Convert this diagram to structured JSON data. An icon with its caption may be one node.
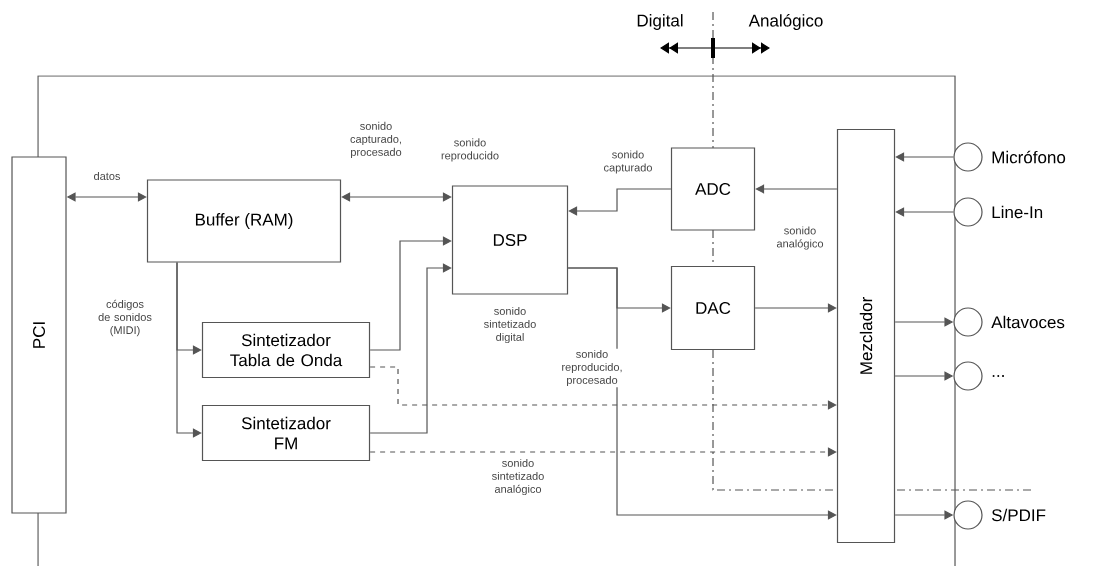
{
  "diagram": {
    "nodes": [
      {
        "text": [
          "PCI"
        ]
      },
      {
        "text": [
          "Buffer (RAM)"
        ]
      },
      {
        "text": [
          "DSP"
        ]
      },
      {
        "text": [
          "ADC"
        ]
      },
      {
        "text": [
          "DAC"
        ]
      },
      {
        "text": [
          "Sintetizador Tabla de Onda"
        ]
      },
      {
        "text": [
          "Sintetizador FM"
        ]
      },
      {
        "text": [
          "Mezclador"
        ]
      },
      {
        "text": [],
        "shape": "circle",
        "beside": [
          "Micrófono"
        ]
      },
      {
        "text": [],
        "shape": "circle",
        "beside": [
          "Line-In"
        ]
      },
      {
        "text": [],
        "shape": "circle",
        "beside": [
          "Altavoces"
        ]
      },
      {
        "text": [],
        "shape": "circle",
        "beside": [
          "..."
        ]
      },
      {
        "text": [],
        "shape": "circle",
        "beside": [
          "S/PDIF"
        ]
      }
    ],
    "edges": [
      {
        "from": 0,
        "to": 1,
        "arrow": "both",
        "label": "datos"
      },
      {
        "from": 1,
        "to": 2,
        "arrow": "both",
        "label": "sonido capturado, procesado"
      },
      {
        "from": 3,
        "to": 2,
        "arrow": "to",
        "label": "sonido capturado"
      },
      {
        "from": 7,
        "to": 3,
        "arrow": "to"
      },
      {
        "from": 1,
        "to": 5,
        "arrow": "to",
        "label": "códigos de sonidos (MIDI)"
      },
      {
        "from": 1,
        "to": 6,
        "arrow": "to"
      },
      {
        "from": 5,
        "to": 2,
        "arrow": "to"
      },
      {
        "from": 6,
        "to": 2,
        "arrow": "to"
      },
      {
        "from": 2,
        "to": 4,
        "arrow": "to"
      },
      {
        "from": 2,
        "to": 7,
        "arrow": "to",
        "label": "sonido reproducido, procesado"
      },
      {
        "from": 4,
        "to": 7,
        "arrow": "to"
      },
      {
        "from": 5,
        "to": 7,
        "arrow": "to",
        "style": "dashed"
      },
      {
        "from": 6,
        "to": 7,
        "arrow": "to",
        "style": "dashed",
        "label": "sonido sintetizado analógico"
      },
      {
        "from": 8,
        "to": 7,
        "arrow": "to"
      },
      {
        "from": 9,
        "to": 7,
        "arrow": "to"
      },
      {
        "from": 7,
        "to": 10,
        "arrow": "to"
      },
      {
        "from": 7,
        "to": 11,
        "arrow": "to"
      },
      {
        "from": 7,
        "to": 12,
        "arrow": "to"
      }
    ],
    "labels": [
      "Digital",
      "Analógico",
      "sonido reproducido",
      "sonido analógico",
      "sonido sintetizado digital"
    ]
  }
}
